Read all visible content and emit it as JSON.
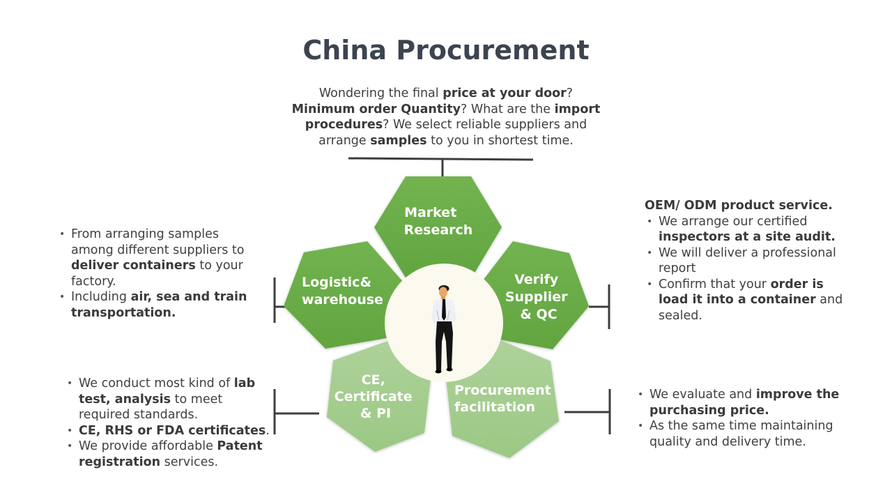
{
  "title": "China Procurement",
  "intro": {
    "segments": [
      {
        "text": "Wondering the final ",
        "bold": false
      },
      {
        "text": "price at your door",
        "bold": true
      },
      {
        "text": "?",
        "bold": false
      },
      {
        "text": "\n",
        "bold": false
      },
      {
        "text": "Minimum order Quantity",
        "bold": true
      },
      {
        "text": "?  What are the ",
        "bold": false
      },
      {
        "text": "import",
        "bold": true
      },
      {
        "text": "\n",
        "bold": false
      },
      {
        "text": "procedures",
        "bold": true
      },
      {
        "text": "? We select reliable suppliers and",
        "bold": false
      },
      {
        "text": "\n",
        "bold": false
      },
      {
        "text": "arrange ",
        "bold": false
      },
      {
        "text": "samples",
        "bold": true
      },
      {
        "text": " to you in shortest time.",
        "bold": false
      }
    ]
  },
  "colors": {
    "dark_green": "#67aa45",
    "light_green": "#a6cd8f",
    "center_circle": "#fcf9ee",
    "connector": "#3d3d3d",
    "text": "#404040",
    "title": "#3d4450"
  },
  "hexagons": [
    {
      "id": "market-research",
      "lines": [
        "Market",
        "Research"
      ],
      "shade": "dark"
    },
    {
      "id": "logistic-warehouse",
      "lines": [
        "Logistic&",
        "warehouse"
      ],
      "shade": "dark"
    },
    {
      "id": "verify-supplier",
      "lines": [
        "Verify",
        "Supplier",
        "& QC"
      ],
      "shade": "dark"
    },
    {
      "id": "ce-certificate",
      "lines": [
        "CE,",
        "Certificate",
        "& PI"
      ],
      "shade": "light"
    },
    {
      "id": "procurement-facilitation",
      "lines": [
        "Procurement",
        "facilitation"
      ],
      "shade": "light"
    }
  ],
  "center": {
    "icon": "businessman-icon"
  },
  "blocks": {
    "logistic": {
      "items": [
        [
          {
            "text": "From arranging samples among different suppliers to ",
            "bold": false
          },
          {
            "text": "deliver containers",
            "bold": true
          },
          {
            "text": " to your factory.",
            "bold": false
          }
        ],
        [
          {
            "text": "Including ",
            "bold": false
          },
          {
            "text": "air, sea and train transportation.",
            "bold": true
          }
        ]
      ]
    },
    "verify": {
      "heading": "OEM/ ODM product service.",
      "items": [
        [
          {
            "text": "We arrange our certified ",
            "bold": false
          },
          {
            "text": "inspectors at a site audit.",
            "bold": true
          }
        ],
        [
          {
            "text": "We will deliver a professional report",
            "bold": false
          }
        ],
        [
          {
            "text": "Confirm that your ",
            "bold": false
          },
          {
            "text": "order is load it into a container",
            "bold": true
          },
          {
            "text": " and sealed.",
            "bold": false
          }
        ]
      ]
    },
    "certificate": {
      "items": [
        [
          {
            "text": "We conduct most kind of ",
            "bold": false
          },
          {
            "text": "lab test, analysis",
            "bold": true
          },
          {
            "text": " to meet required standards.",
            "bold": false
          }
        ],
        [
          {
            "text": "CE, RHS or FDA certificates",
            "bold": true
          },
          {
            "text": ".",
            "bold": false
          }
        ],
        [
          {
            "text": "We provide affordable ",
            "bold": false
          },
          {
            "text": "Patent registration",
            "bold": true
          },
          {
            "text": " services.",
            "bold": false
          }
        ]
      ]
    },
    "procurement": {
      "items": [
        [
          {
            "text": "We evaluate and ",
            "bold": false
          },
          {
            "text": "improve the purchasing price.",
            "bold": true
          }
        ],
        [
          {
            "text": "As the same time maintaining quality and delivery time.",
            "bold": false
          }
        ]
      ]
    }
  }
}
